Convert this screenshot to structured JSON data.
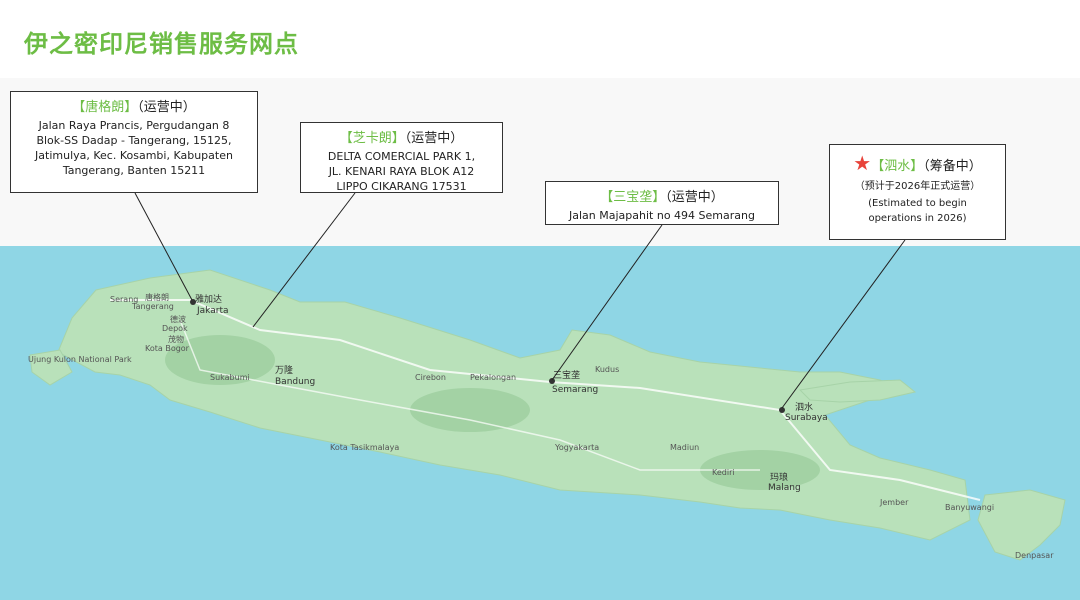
{
  "title": "伊之密印尼销售服务网点",
  "locations": [
    {
      "name": "【唐格朗】",
      "status": "（运营中）",
      "address": [
        "Jalan Raya Prancis, Pergudangan 8",
        "Blok-SS Dadap - Tangerang, 15125,",
        "Jatimulya, Kec. Kosambi, Kabupaten",
        "Tangerang, Banten 15211"
      ]
    },
    {
      "name": "【芝卡朗】",
      "status": "（运营中）",
      "address": [
        "DELTA COMERCIAL PARK 1,",
        "JL. KENARI RAYA BLOK A12",
        "LIPPO CIKARANG 17531"
      ]
    },
    {
      "name": "【三宝垄】",
      "status": "（运营中）",
      "address": [
        "Jalan Majapahit no 494  Semarang"
      ]
    },
    {
      "name": "【泗水】",
      "status": "（筹备中）",
      "icon": "red-star-icon",
      "note_cn": "（预计于2026年正式运营）",
      "note_en": [
        "(Estimated to begin",
        "operations in 2026)"
      ]
    }
  ],
  "map_labels": {
    "jakarta_cn": "雅加达",
    "jakarta": "Jakarta",
    "tangerang_cn": "唐格朗",
    "tangerang": "Tangerang",
    "depok_cn": "德波",
    "depok": "Depok",
    "bogor_cn": "茂物",
    "bogor": "Kota Bogor",
    "bandung_cn": "万隆",
    "bandung": "Bandung",
    "semarang_cn": "三宝垄",
    "semarang": "Semarang",
    "surabaya_cn": "泗水",
    "surabaya": "Surabaya",
    "malang_cn": "玛琅",
    "malang": "Malang",
    "kudus": "Kudus",
    "cirebon": "Cirebon",
    "yogyakarta": "Yogyakarta",
    "tasikmalaya": "Kota Tasikmalaya",
    "denpasar": "Denpasar",
    "serang": "Serang",
    "pekalongan": "Pekalongan",
    "sukabumi": "Sukabumi",
    "madiun": "Madiun",
    "jember": "Jember",
    "kediri": "Kediri",
    "banyuwangi": "Banyuwangi",
    "ujung_kulon": "Ujung Kulon National Park"
  },
  "colors": {
    "title": "#6dbd45",
    "land": "#b9e1ba",
    "sea": "#8fd6e5",
    "star": "#e8433a"
  }
}
